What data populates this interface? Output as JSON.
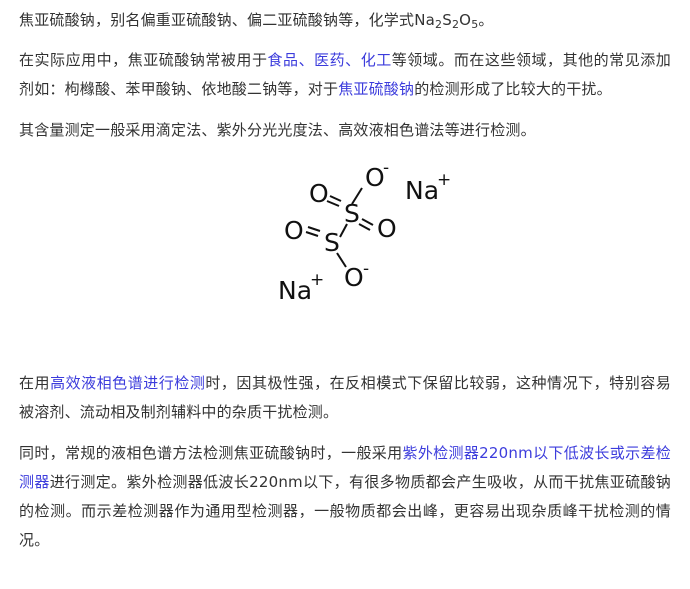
{
  "article": {
    "p1": {
      "text": "焦亚硫酸钠，别名偏重亚硫酸钠、偏二亚硫酸钠等，化学式",
      "formula": {
        "na": "Na",
        "na_sub": "2",
        "s": "S",
        "s_sub": "2",
        "o": "O",
        "o_sub": "5"
      },
      "end": "。"
    },
    "p2": {
      "t1": "在实际应用中，焦亚硫酸钠常被用于",
      "link1": "食品",
      "t2": "、",
      "link2": "医药",
      "t3": "、",
      "link3": "化工",
      "t4": "等领域。而在这些领域，其他的常见添加剂如：枸橼酸、苯甲酸钠、依地酸二钠等，对于",
      "link4": "焦亚硫酸钠",
      "t5": "的检测形成了比较大的干扰。"
    },
    "p3": {
      "text": "其含量测定一般采用滴定法、紫外分光光度法、高效液相色谱法等进行检测。"
    },
    "figure": {
      "atoms": {
        "o_top": "O",
        "o_top_charge": "-",
        "na_top": "Na",
        "na_top_charge": "+",
        "o_left_top": "O",
        "s_top": "S",
        "o_right": "O",
        "o_left": "O",
        "s_bottom": "S",
        "o_bottom": "O",
        "o_bottom_charge": "-",
        "na_bottom": "Na",
        "na_bottom_charge": "+"
      }
    },
    "p4": {
      "t1": "在用",
      "link1": "高效液相色谱进行检测",
      "t2": "时，因其极性强，在反相模式下保留比较弱，这种情况下，特别容易被溶剂、流动相及制剂辅料中的杂质干扰检测。"
    },
    "p5": {
      "t1": "同时，常规的液相色谱方法检测焦亚硫酸钠时，一般采用",
      "link1": "紫外检测器220nm以下低波长或示差检测器",
      "t2": "进行测定。紫外检测器低波长220nm以下，有很多物质都会产生吸收，从而干扰焦亚硫酸钠的检测。而示差检测器作为通用型检测器，一般物质都会出峰，更容易出现杂质峰干扰检测的情况。"
    }
  },
  "colors": {
    "text": "#333333",
    "link": "#3c3cdc",
    "background": "#ffffff"
  }
}
